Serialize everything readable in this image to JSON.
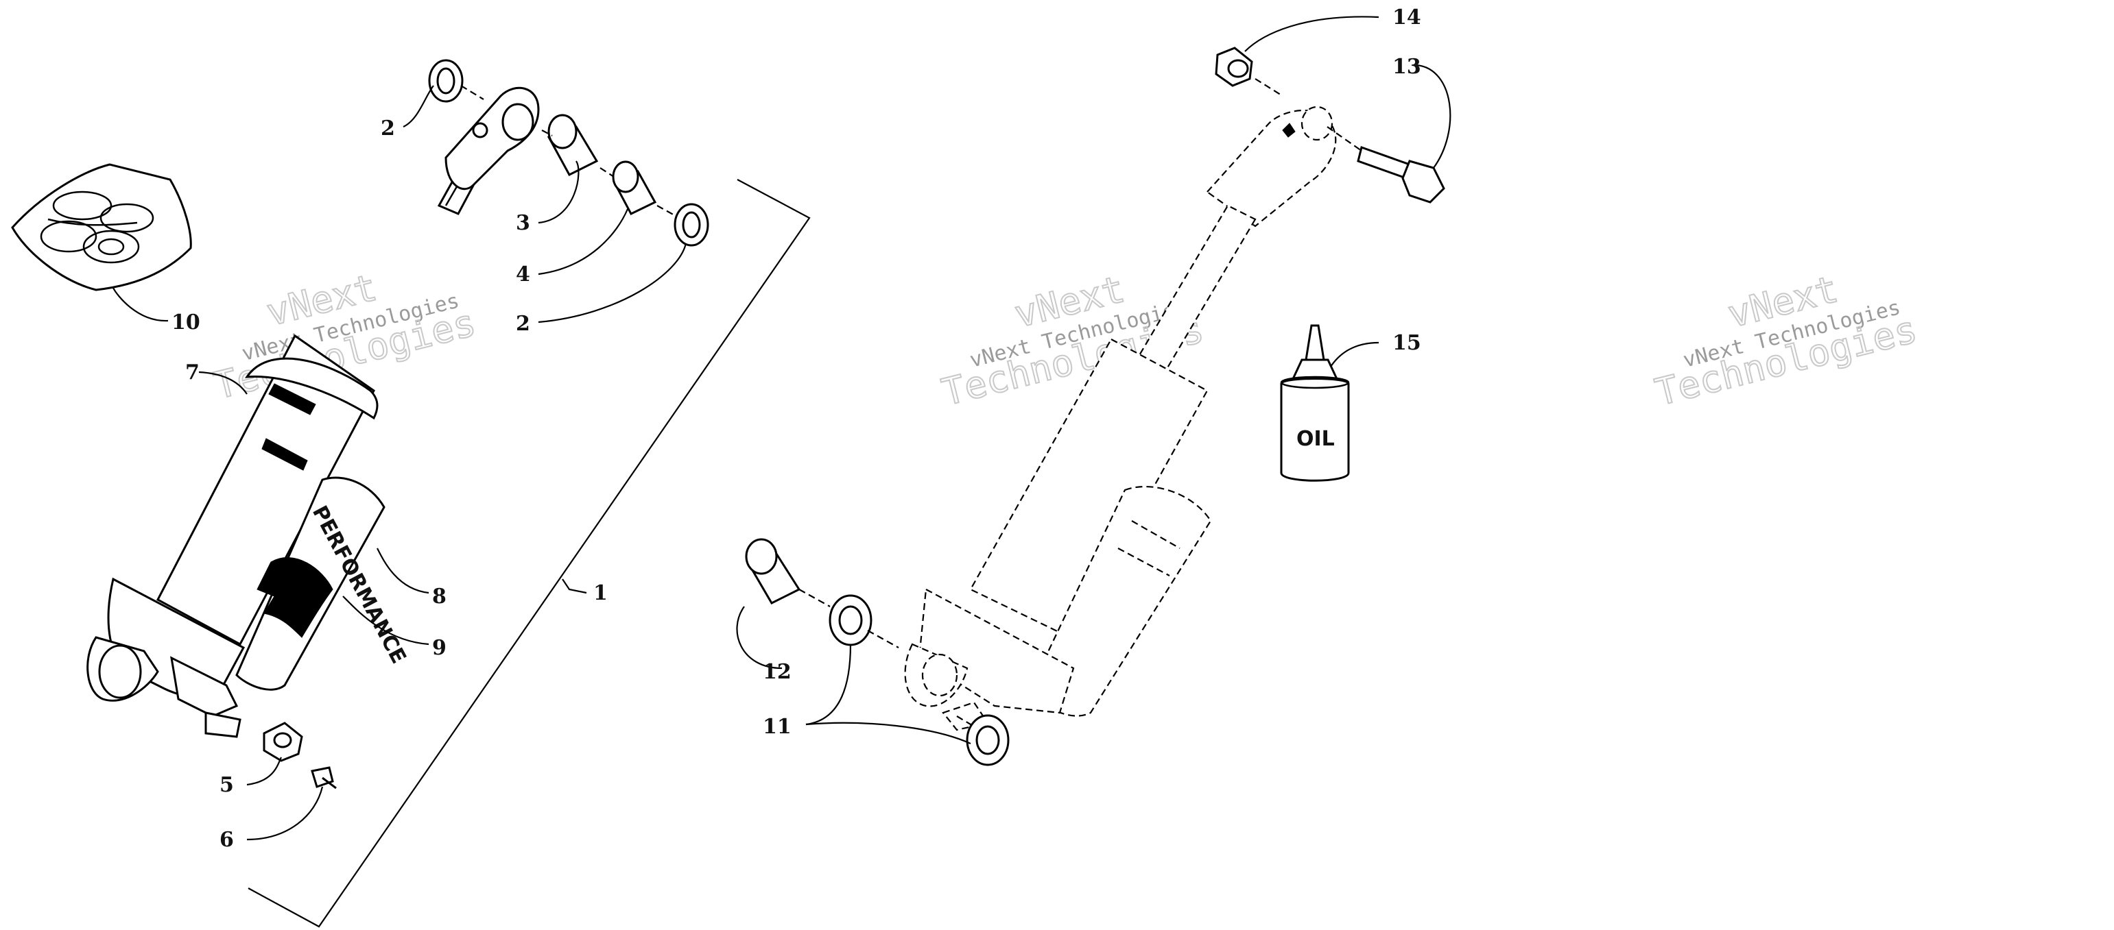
{
  "callouts": {
    "c1": "1",
    "c2a": "2",
    "c2b": "2",
    "c3": "3",
    "c4": "4",
    "c5": "5",
    "c6": "6",
    "c7": "7",
    "c8": "8",
    "c9": "9",
    "c10": "10",
    "c11": "11",
    "c12": "12",
    "c13": "13",
    "c14": "14",
    "c15": "15"
  },
  "oil_label": "OIL",
  "watermark": {
    "line1": "vNext",
    "line2": "vNext Technologies",
    "line3": "Technologies"
  },
  "colors": {
    "line": "#000000",
    "background": "#ffffff",
    "watermark": "#9a9a9a"
  }
}
